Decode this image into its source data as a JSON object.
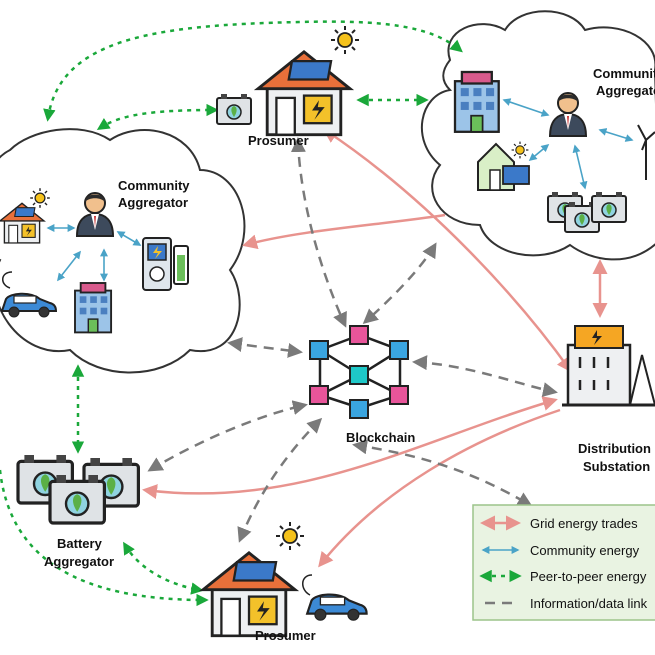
{
  "labels": {
    "prosumer_top": "Prosumer",
    "community_left_1": "Community",
    "community_left_2": "Aggregator",
    "community_right_1": "Community",
    "community_right_2": "Aggregator",
    "blockchain": "Blockchain",
    "battery_1": "Battery",
    "battery_2": "Aggregator",
    "distribution_1": "Distribution",
    "distribution_2": "Substation",
    "prosumer_bottom": "Prosumer"
  },
  "legend": {
    "grid": "Grid energy trades",
    "community": "Community energy",
    "p2p": "Peer-to-peer energy",
    "info": "Information/data link"
  },
  "colors": {
    "grid": "#e8938e",
    "community": "#4aa3c7",
    "p2p": "#1aa83a",
    "info": "#7a7a7a",
    "legend_bg": "#e9f3e2",
    "legend_border": "#9cc48a"
  }
}
